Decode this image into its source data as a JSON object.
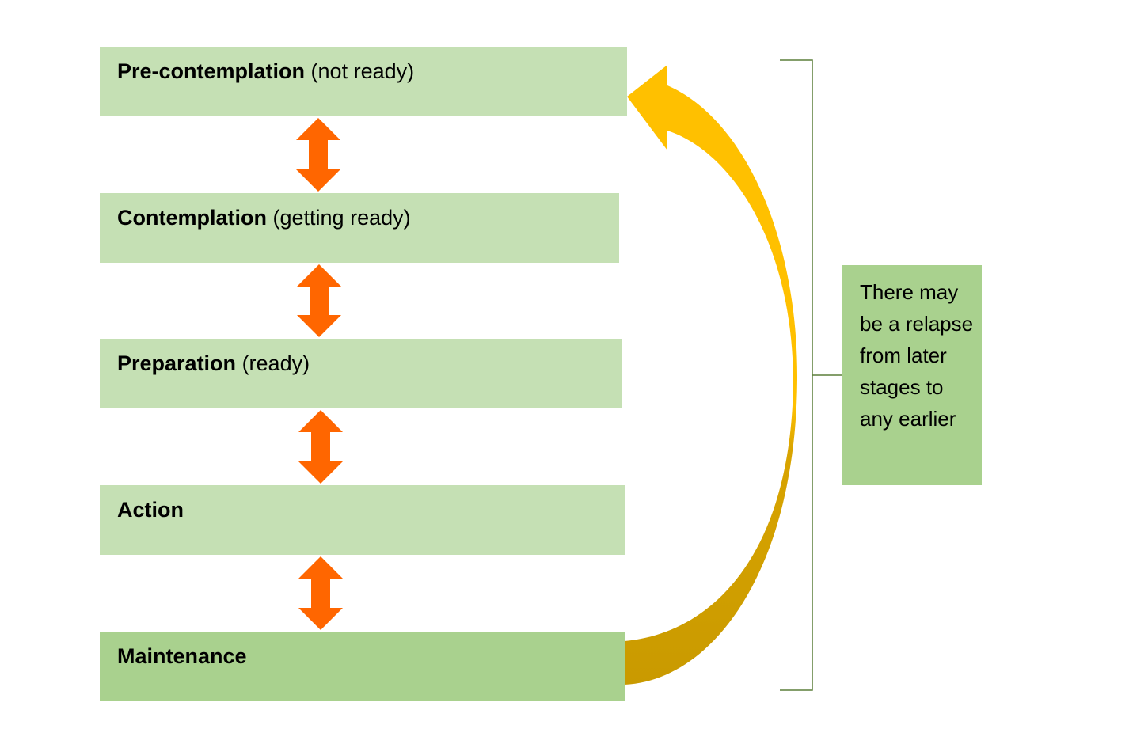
{
  "stages": [
    {
      "name": "Pre-contemplation",
      "note": "(not ready)"
    },
    {
      "name": "Contemplation",
      "note": "(getting ready)"
    },
    {
      "name": "Preparation",
      "note": "(ready)"
    },
    {
      "name": "Action",
      "note": ""
    },
    {
      "name": "Maintenance",
      "note": ""
    }
  ],
  "relapse_note": "There may be a relapse from later stages to any earlier",
  "colors": {
    "stage": "#c5e0b4",
    "maintenance": "#a9d18e",
    "arrow": "#ff6600",
    "relapse_arrow_top": "#ffc000",
    "relapse_arrow_bottom": "#c99a00",
    "bracket": "#5b7f3a"
  }
}
